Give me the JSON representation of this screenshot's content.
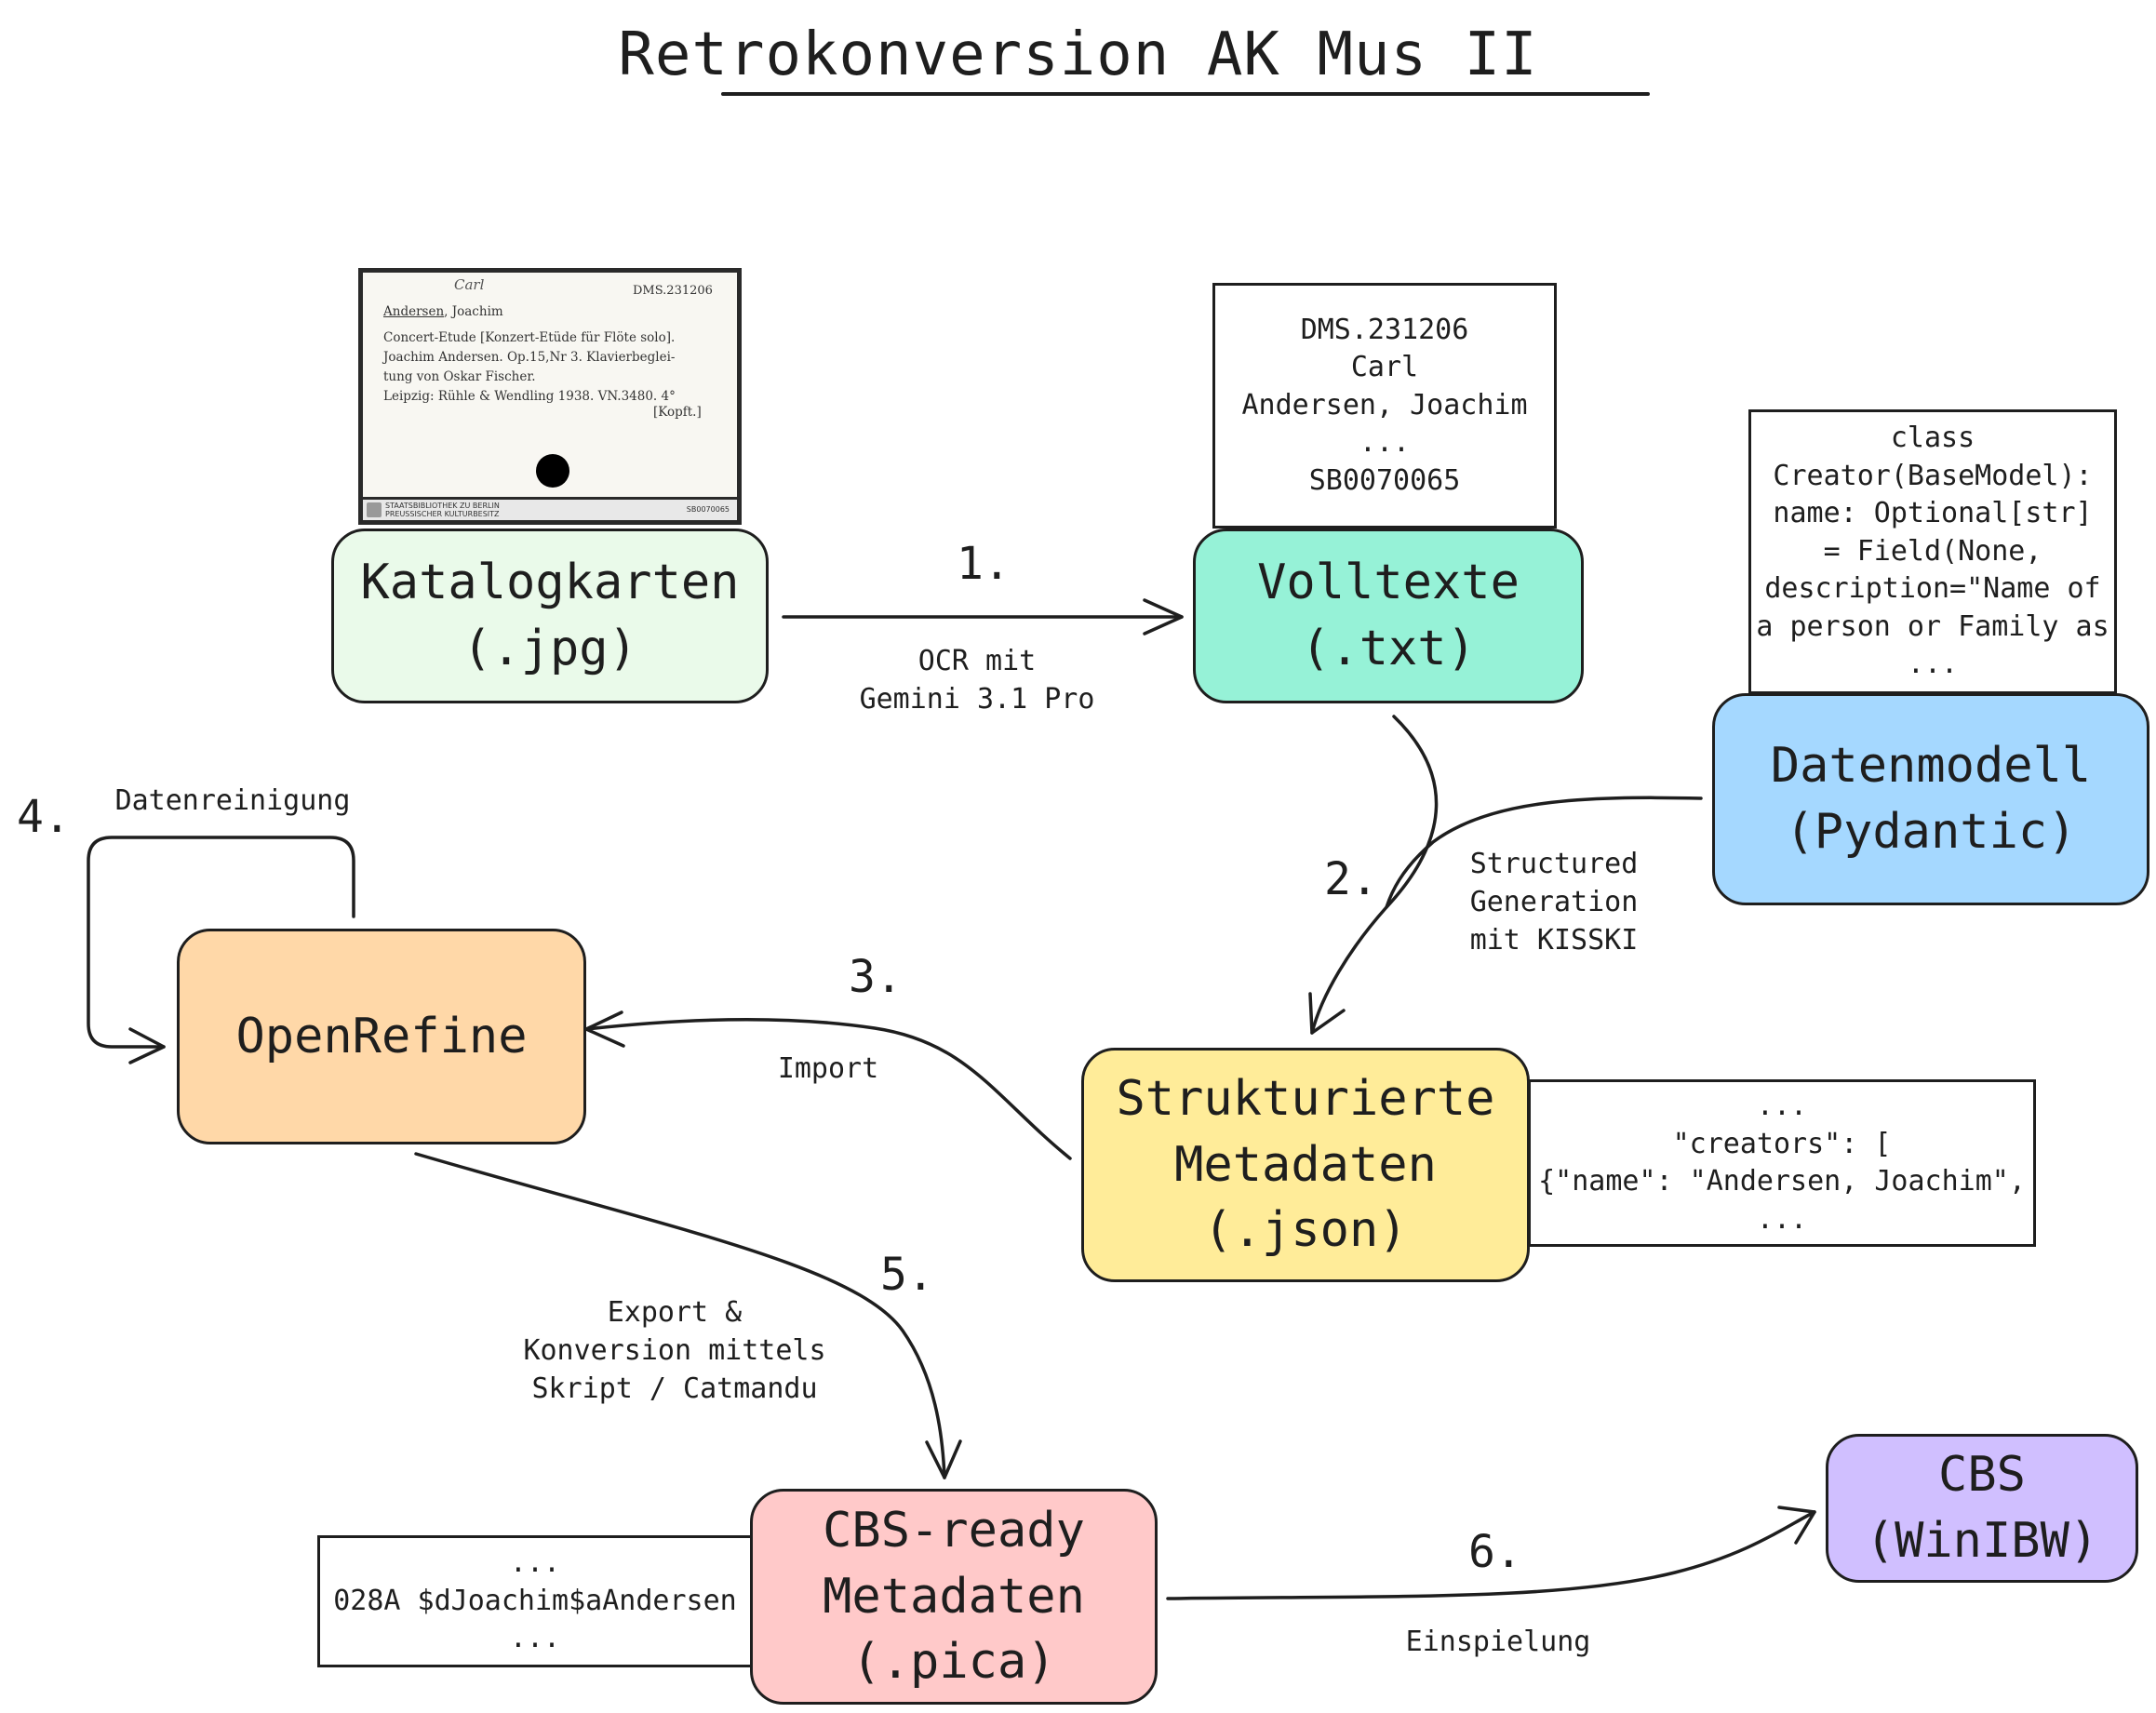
{
  "title": "Retrokonversion AK Mus II",
  "colors": {
    "katalogkarten": "#eafaea",
    "volltexte": "#96f2d7",
    "datenmodell": "#a5d8ff",
    "openrefine": "#ffd8a8",
    "strukturierte": "#ffec99",
    "cbs_ready": "#ffc9c9",
    "cbs": "#d0bfff",
    "stroke": "#1e1e1e"
  },
  "nodes": {
    "katalogkarten": [
      "Katalogkarten",
      "(.jpg)"
    ],
    "volltexte": [
      "Volltexte",
      "(.txt)"
    ],
    "datenmodell": [
      "Datenmodell",
      "(Pydantic)"
    ],
    "openrefine": [
      "OpenRefine"
    ],
    "strukturierte": [
      "Strukturierte",
      "Metadaten",
      "(.json)"
    ],
    "cbs_ready": [
      "CBS-ready",
      "Metadaten",
      "(.pica)"
    ],
    "cbs": [
      "CBS",
      "(WinIBW)"
    ]
  },
  "boxes": {
    "volltexte_sample": [
      "DMS.231206",
      "Carl",
      "Andersen, Joachim",
      "...",
      "SB0070065"
    ],
    "pydantic_sample": [
      "class",
      "Creator(BaseModel):",
      "name: Optional[str]",
      "= Field(None,",
      "description=\"Name of",
      "a person or Family as",
      "..."
    ],
    "json_sample": [
      "...",
      "\"creators\": [",
      "{\"name\": \"Andersen, Joachim\",",
      "..."
    ],
    "pica_sample": [
      "...",
      "028A $dJoachim$aAndersen",
      "..."
    ]
  },
  "steps": {
    "s1": "1.",
    "s2": "2.",
    "s3": "3.",
    "s4": "4.",
    "s5": "5.",
    "s6": "6."
  },
  "labels": {
    "ocr": "OCR mit\nGemini 3.1 Pro",
    "structured": "Structured\nGeneration\nmit KISSKI",
    "import": "Import",
    "datenreinigung": "Datenreinigung",
    "export": "Export &\nKonversion mittels\nSkript / Catmandu",
    "einspielung": "Einspielung"
  },
  "card": {
    "signature": "DMS.231206",
    "handwritten": "Carl",
    "name_surname": "Andersen",
    "name_rest": ", Joachim",
    "line1": "Concert-Etude [Konzert-Etüde für Flöte solo].",
    "line2": "Joachim Andersen. Op.15,Nr 3. Klavierbeglei-",
    "line3": "tung von Oskar Fischer.",
    "line4": "Leipzig: Rühle & Wendling 1938. VN.3480. 4°",
    "line5": "[Kopft.]",
    "institution1": "STAATSBIBLIOTHEK ZU BERLIN",
    "institution2": "PREUSSISCHER KULTURBESITZ",
    "barcode": "SB0070065"
  }
}
